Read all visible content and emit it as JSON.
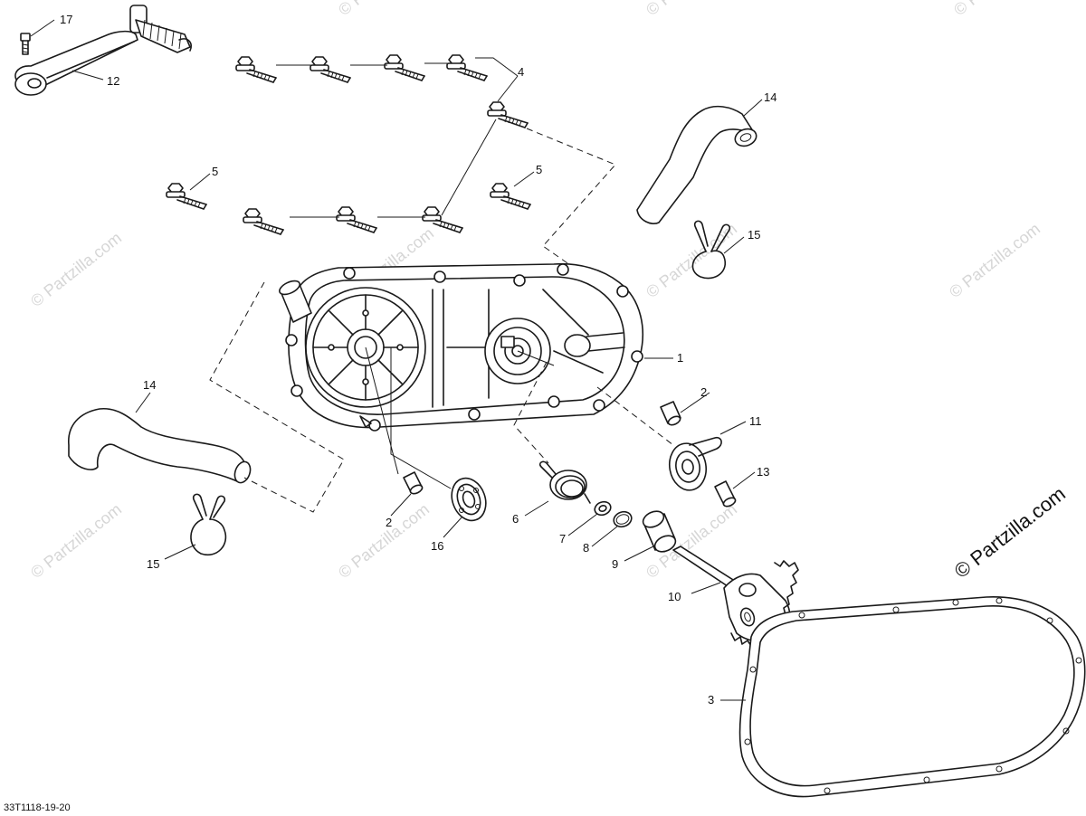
{
  "watermark": "© Partzilla.com",
  "copyright": "© Partzilla.com",
  "drawing_code": "33T1118-19-20",
  "callouts": {
    "c1": "1",
    "c2a": "2",
    "c2b": "2",
    "c3": "3",
    "c4": "4",
    "c5a": "5",
    "c5b": "5",
    "c6": "6",
    "c7": "7",
    "c8": "8",
    "c9": "9",
    "c10": "10",
    "c11": "11",
    "c12": "12",
    "c13": "13",
    "c14a": "14",
    "c14b": "14",
    "c15a": "15",
    "c15b": "15",
    "c16": "16",
    "c17": "17"
  }
}
